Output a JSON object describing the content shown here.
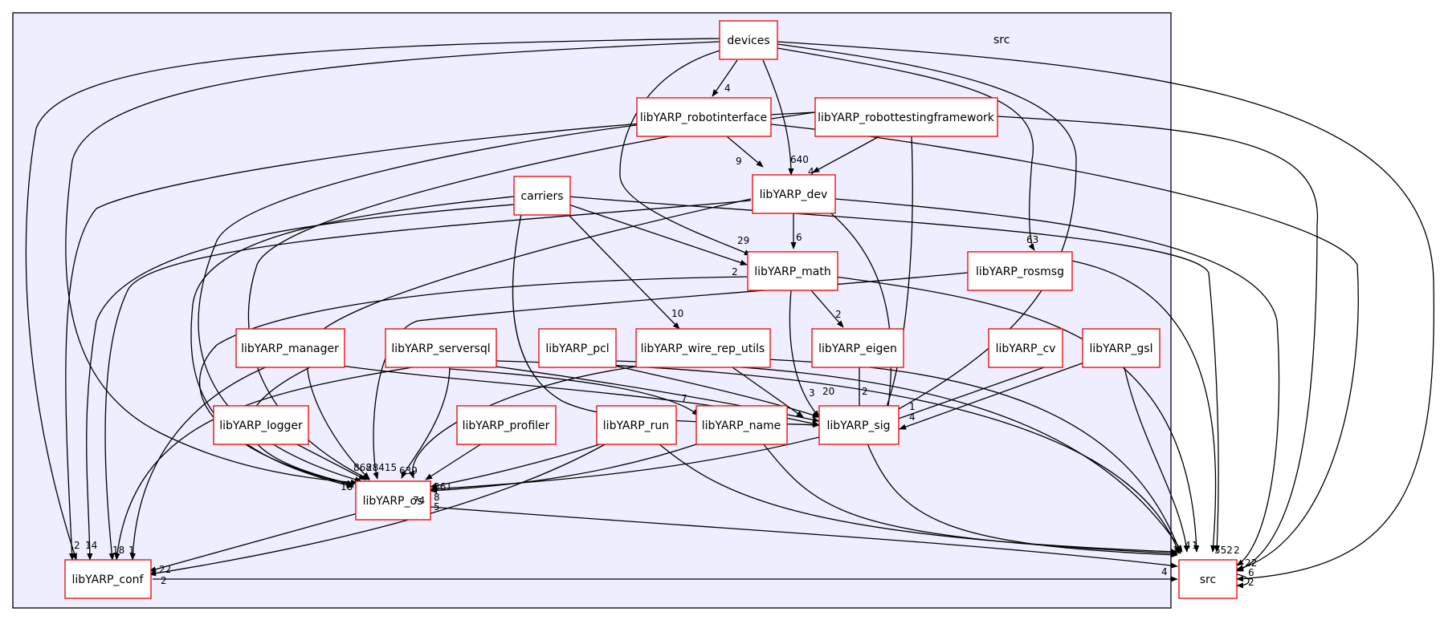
{
  "cluster": {
    "label": "src"
  },
  "nodes": {
    "devices": "devices",
    "robotinterface": "libYARP_robotinterface",
    "rtf": "libYARP_robottestingframework",
    "carriers": "carriers",
    "dev": "libYARP_dev",
    "math": "libYARP_math",
    "rosmsg": "libYARP_rosmsg",
    "manager": "libYARP_manager",
    "serversql": "libYARP_serversql",
    "pcl": "libYARP_pcl",
    "wire": "libYARP_wire_rep_utils",
    "eigen": "libYARP_eigen",
    "cv": "libYARP_cv",
    "gsl": "libYARP_gsl",
    "logger": "libYARP_logger",
    "profiler": "libYARP_profiler",
    "run": "libYARP_run",
    "name": "libYARP_name",
    "sig": "libYARP_sig",
    "os": "libYARP_os",
    "conf": "libYARP_conf",
    "src": "src"
  },
  "edge_labels": {
    "devices_robotinterface": "4",
    "robotinterface_dev": "9",
    "devices_dev": "640",
    "rtf_dev": "4",
    "carriers_math": "2",
    "devices_math": "29",
    "dev_math": "6",
    "devices_rosmsg": "63",
    "math_eigen": "2",
    "carriers_wire": "10",
    "serversql_name": "7",
    "wire_sig": "3",
    "math_sig": "20",
    "eigen_sig": "2",
    "cv_sig": "1",
    "gsl_sig": "4",
    "conf_src": "4",
    "src_conf": "2",
    "os_conf": "22",
    "os_labels_left": "18",
    "os_labels_mid": "868",
    "os_labels_right": "28415",
    "os_labels_far": "639",
    "os_labels_8": "8",
    "os_labels_5": "5",
    "os_labels_74": "74",
    "os_labels_361": "361",
    "conf_l1": "2",
    "conf_l2": "14",
    "conf_l3": "18",
    "conf_l4": "1",
    "src_l1": "4",
    "src_l2": "1",
    "src_l3": "1",
    "src_l4": "552",
    "src_l5": "22",
    "src_l6": "6",
    "src_l7": "2",
    "src_l8": "2"
  }
}
